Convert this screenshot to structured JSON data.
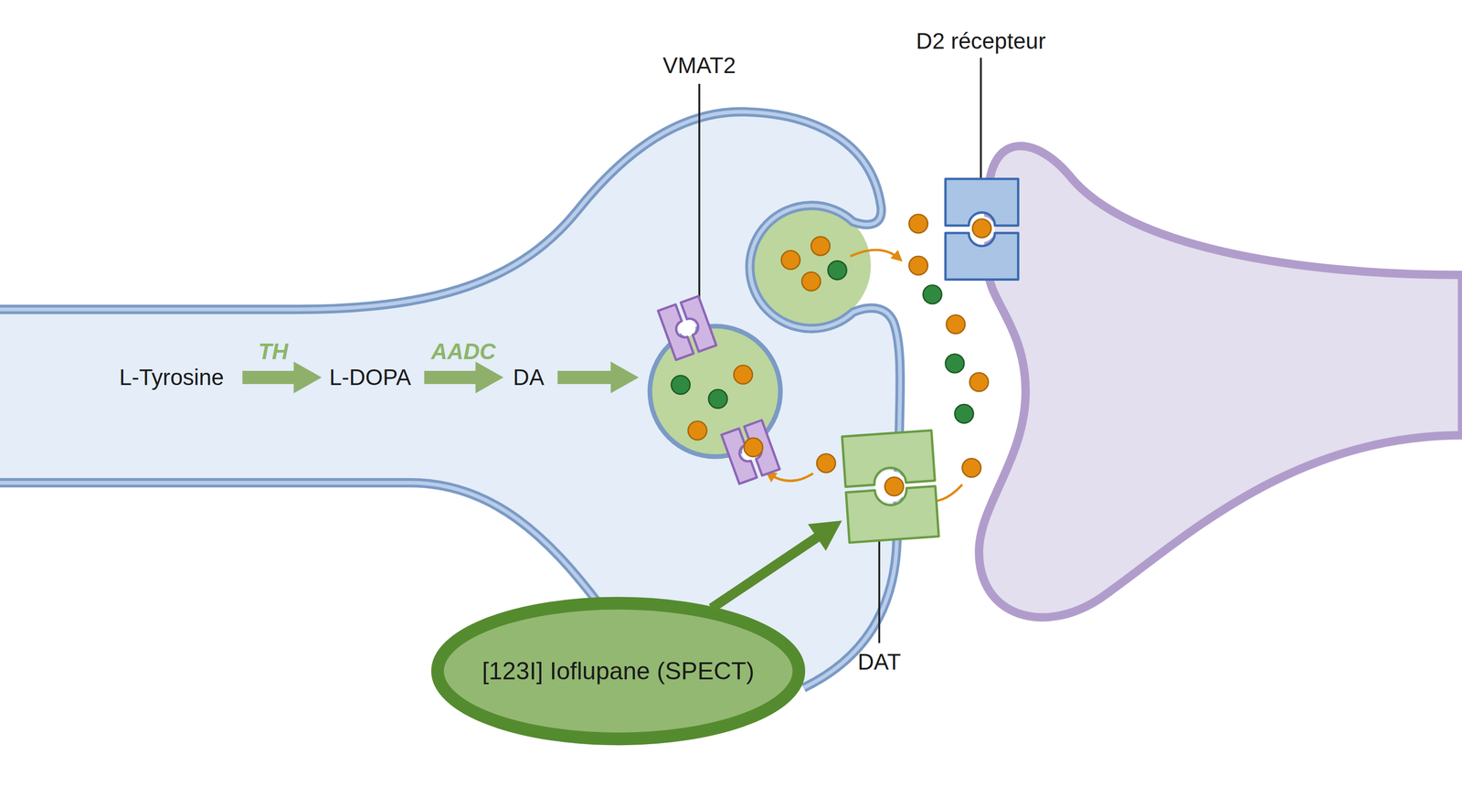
{
  "diagram": {
    "nodes": [
      {
        "text": [
          "VMAT2"
        ]
      },
      {
        "text": [
          "D2 récepteur"
        ]
      },
      {
        "text": [
          "DAT"
        ]
      },
      {
        "text": [
          "[123I] Ioflupane (SPECT)"
        ]
      }
    ],
    "edges": [
      {
        "from": 3,
        "to": 2,
        "arrow": "to"
      }
    ],
    "labels": [
      "L-Tyrosine",
      "TH",
      "L-DOPA",
      "AADC",
      "DA"
    ]
  }
}
